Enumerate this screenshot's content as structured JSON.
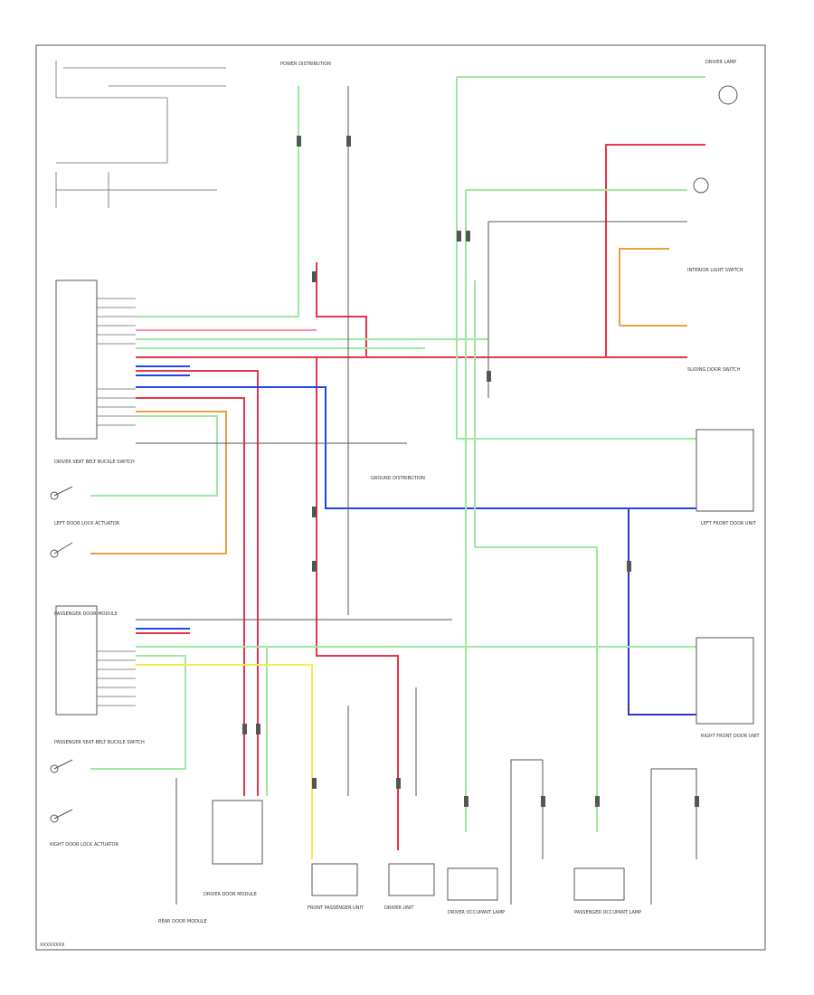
{
  "diagram": {
    "footer_id": "XXXXXXXX",
    "component_labels": {
      "driver_lamp": "DRIVER LAMP",
      "driver_seat_belt_switch": "DRIVER SEAT BELT BUCKLE SWITCH",
      "left_door_lock_actuator": "LEFT DOOR LOCK ACTUATOR",
      "passenger_seat_belt_switch": "PASSENGER SEAT BELT BUCKLE SWITCH",
      "right_door_lock_actuator": "RIGHT DOOR LOCK ACTUATOR",
      "left_front_door_unit": "LEFT FRONT DOOR UNIT",
      "right_front_door_unit": "RIGHT FRONT DOOR UNIT",
      "driver_occupant_lamp": "DRIVER OCCUPANT LAMP",
      "passenger_occupant_lamp": "PASSENGER OCCUPANT LAMP",
      "front_passenger_unit": "FRONT PASSENGER UNIT",
      "driver_unit": "DRIVER UNIT",
      "rear_door_module": "REAR DOOR MODULE",
      "driver_door_module": "DRIVER DOOR MODULE",
      "passenger_door_module": "PASSENGER DOOR MODULE",
      "power_distribution": "POWER DISTRIBUTION",
      "ground_distribution": "GROUND DISTRIBUTION",
      "sliding_door_switch": "SLIDING DOOR SWITCH",
      "interior_light_switch": "INTERIOR LIGHT SWITCH"
    }
  },
  "colors": {
    "red": "#e8354a",
    "pink": "#ff8fa0",
    "green": "#55dd66",
    "lightgreen": "#9fe89f",
    "blue": "#2244ee",
    "darkblue": "#3333cc",
    "yellow": "#eeee55",
    "orange": "#e8a040",
    "gray": "#555555"
  }
}
